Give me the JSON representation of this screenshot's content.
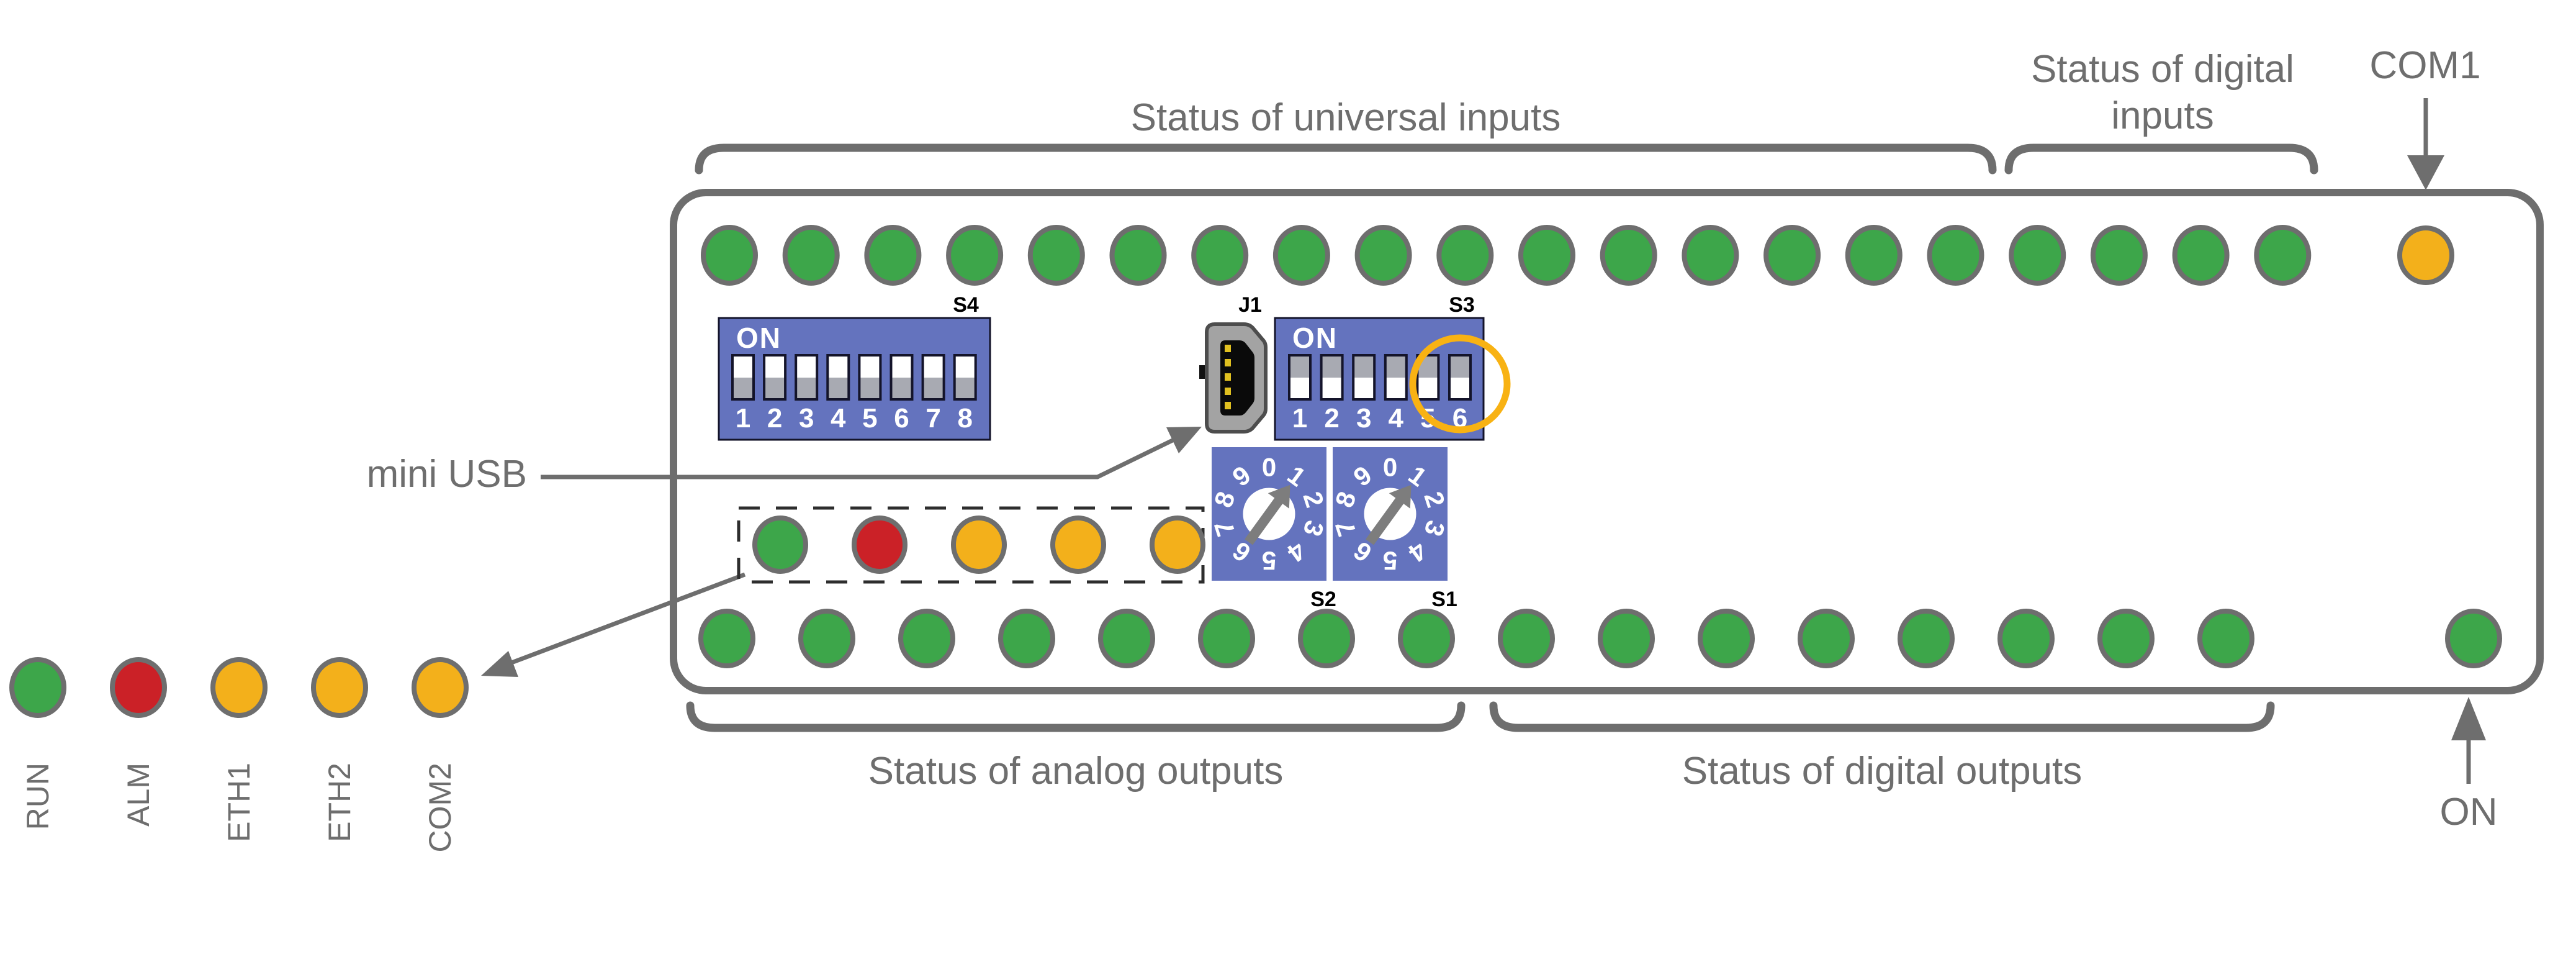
{
  "annotations": {
    "universal_inputs": "Status of universal inputs",
    "digital_inputs_line1": "Status of digital",
    "digital_inputs_line2": "inputs",
    "com1": "COM1",
    "analog_outputs": "Status of analog outputs",
    "digital_outputs": "Status of digital outputs",
    "on": "ON",
    "mini_usb": "mini USB"
  },
  "left_led_group": {
    "leds": [
      {
        "label": "RUN",
        "color": "green"
      },
      {
        "label": "ALM",
        "color": "red"
      },
      {
        "label": "ETH1",
        "color": "orange"
      },
      {
        "label": "ETH2",
        "color": "orange"
      },
      {
        "label": "COM2",
        "color": "orange"
      }
    ]
  },
  "board": {
    "top_row_leds": [
      "green",
      "green",
      "green",
      "green",
      "green",
      "green",
      "green",
      "green",
      "green",
      "green",
      "green",
      "green",
      "green",
      "green",
      "green",
      "green",
      "green",
      "green",
      "green",
      "green"
    ],
    "com1_led": "orange",
    "bottom_row_leds": [
      "green",
      "green",
      "green",
      "green",
      "green",
      "green",
      "green",
      "green",
      "green",
      "green",
      "green",
      "green",
      "green",
      "green",
      "green",
      "green"
    ],
    "on_led": "green",
    "highlighted_led_group": [
      "green",
      "red",
      "orange",
      "orange",
      "orange"
    ],
    "dip_switch_s4": {
      "label": "S4",
      "on_label": "ON",
      "positions": [
        "1",
        "2",
        "3",
        "4",
        "5",
        "6",
        "7",
        "8"
      ],
      "slider_states": [
        "down",
        "down",
        "down",
        "down",
        "down",
        "down",
        "down",
        "down"
      ]
    },
    "dip_switch_s3": {
      "label": "S3",
      "on_label": "ON",
      "positions": [
        "1",
        "2",
        "3",
        "4",
        "5",
        "6"
      ],
      "slider_states": [
        "up",
        "up",
        "up",
        "up",
        "up",
        "up"
      ],
      "highlighted_position": "6"
    },
    "usb_connector": {
      "label": "J1"
    },
    "rotary_switch_s2": {
      "label": "S2",
      "digits": [
        "0",
        "1",
        "2",
        "3",
        "4",
        "5",
        "6",
        "7",
        "8",
        "9"
      ],
      "pointer_digit": "1"
    },
    "rotary_switch_s1": {
      "label": "S1",
      "digits": [
        "0",
        "1",
        "2",
        "3",
        "4",
        "5",
        "6",
        "7",
        "8",
        "9"
      ],
      "pointer_digit": "1"
    }
  },
  "colors": {
    "green": "#3da64a",
    "red": "#cb2127",
    "orange": "#f3b01b",
    "led_stroke": "#6e6e6e",
    "annotation_gray": "#6e6e6e",
    "dip_blue": "#6473be",
    "dip_slider_gray": "#a8aab2",
    "dip_slot_border": "#14142a",
    "highlight_orange": "#f8b213",
    "pointer_gray": "#7d7d7d",
    "usb_shell": "#a3a3a3",
    "usb_pin": "#e0c020"
  }
}
